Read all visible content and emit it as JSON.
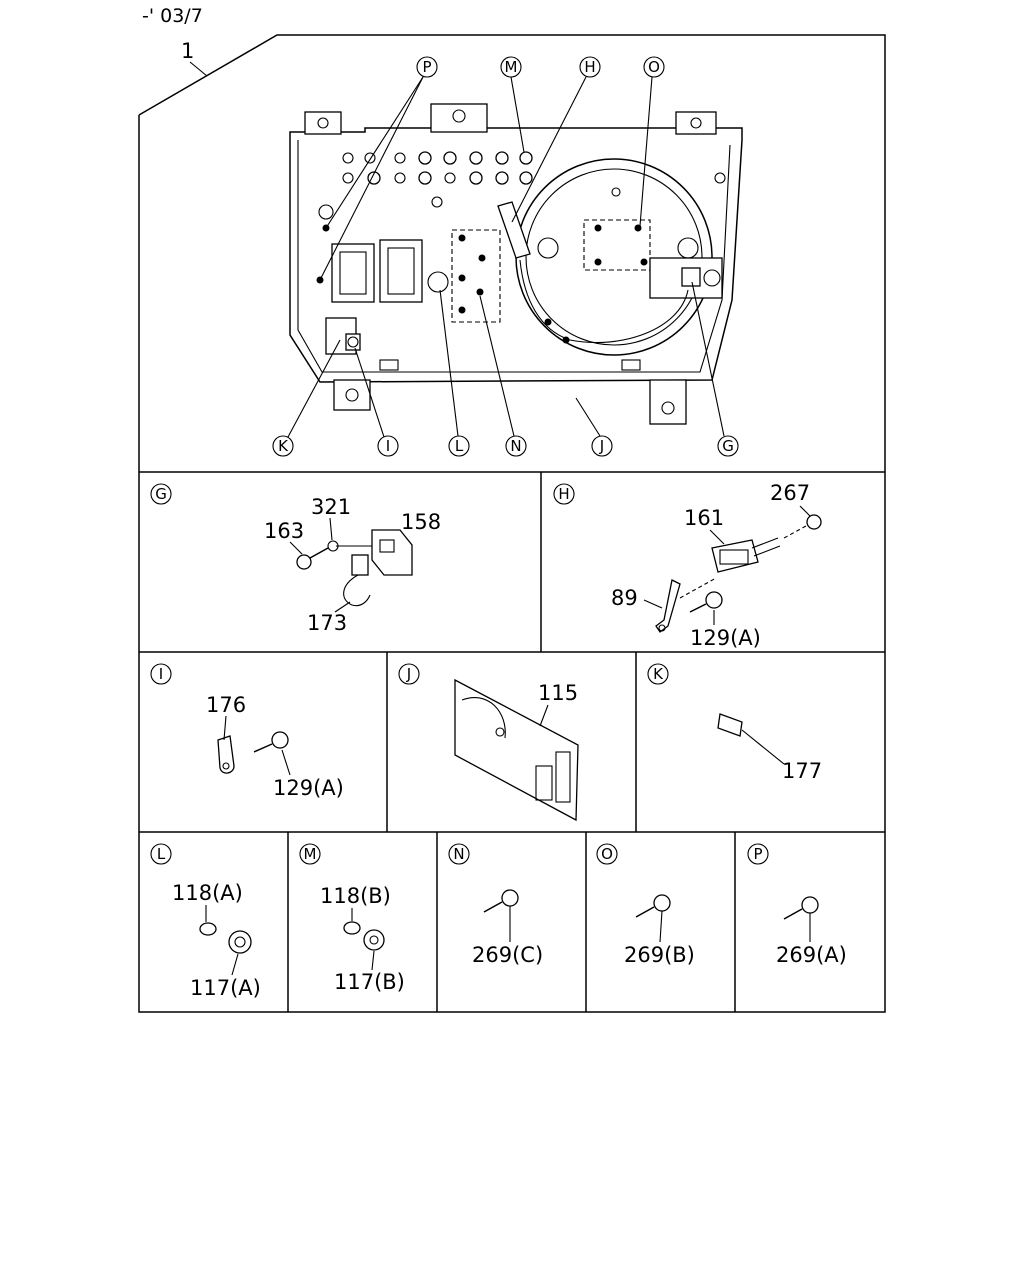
{
  "header": {
    "date_code": "-' 03/7"
  },
  "main_assembly": {
    "part_number": "1",
    "callouts": {
      "P": "P",
      "M": "M",
      "H": "H",
      "O": "O",
      "K": "K",
      "I": "I",
      "L": "L",
      "N": "N",
      "J": "J",
      "G": "G"
    }
  },
  "panels": {
    "G": {
      "letter": "G",
      "parts": [
        "321",
        "158",
        "163",
        "173"
      ]
    },
    "H": {
      "letter": "H",
      "parts": [
        "267",
        "161",
        "89",
        "129(A)"
      ]
    },
    "I": {
      "letter": "I",
      "parts": [
        "176",
        "129(A)"
      ]
    },
    "J": {
      "letter": "J",
      "parts": [
        "115"
      ]
    },
    "K": {
      "letter": "K",
      "parts": [
        "177"
      ]
    },
    "L": {
      "letter": "L",
      "parts": [
        "118(A)",
        "117(A)"
      ]
    },
    "M": {
      "letter": "M",
      "parts": [
        "118(B)",
        "117(B)"
      ]
    },
    "N": {
      "letter": "N",
      "parts": [
        "269(C)"
      ]
    },
    "O": {
      "letter": "O",
      "parts": [
        "269(B)"
      ]
    },
    "P": {
      "letter": "P",
      "parts": [
        "269(A)"
      ]
    }
  }
}
